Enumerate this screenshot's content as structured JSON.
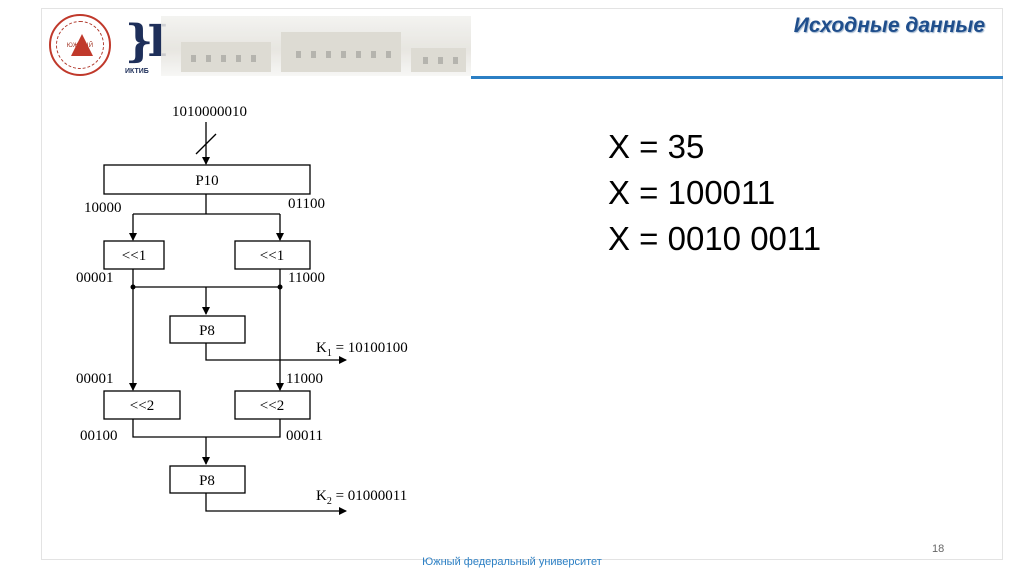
{
  "slide": {
    "title": "Исходные данные",
    "page_number": "18",
    "footer": "Южный федеральный университет"
  },
  "logos": {
    "university_seal_text": "ЮЖНЫЙ ФЕДЕРАЛЬНЫЙ УНИВЕРСИТЕТ",
    "ictib_caption": "ИКТИБ"
  },
  "colors": {
    "title": "#1f4e8c",
    "accent_line": "#2b7fc4",
    "footer": "#2b7fc4"
  },
  "diagram": {
    "input_key": "1010000010",
    "p10_label": "P10",
    "p10_left_out": "10000",
    "p10_right_out": "01100",
    "shift1_label": "<<1",
    "shift1_left_out": "00001",
    "shift1_right_out": "11000",
    "p8_label": "P8",
    "k1_label": "K",
    "k1_sub": "1",
    "k1_value": " = 10100100",
    "shift2_left_in": "00001",
    "shift2_right_in": "11000",
    "shift2_label": "<<2",
    "shift2_left_out": "00100",
    "shift2_right_out": "00011",
    "k2_label": "K",
    "k2_sub": "2",
    "k2_value": " = 01000011"
  },
  "facts": [
    "X = 35",
    "X = 100011",
    "X = 0010 0011"
  ]
}
